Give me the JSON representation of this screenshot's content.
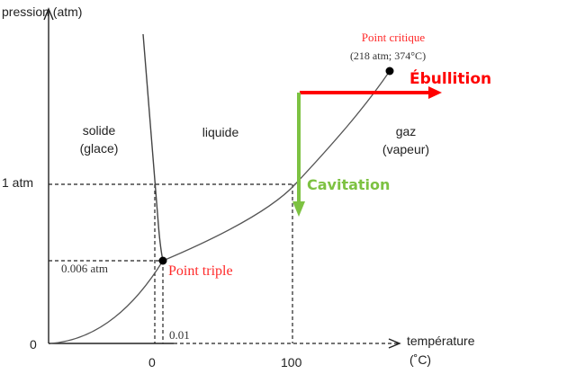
{
  "axes": {
    "y_label": "pression (atm)",
    "x_label_line1": "température",
    "x_label_line2": "(˚C)",
    "y_tick_1atm": "1 atm",
    "y_tick_0": "0",
    "x_tick_0": "0",
    "x_tick_100": "100",
    "x_tick_001": "0.01",
    "y_tick_0006": "0.006 atm"
  },
  "regions": {
    "solid_line1": "solide",
    "solid_line2": "(glace)",
    "liquid": "liquide",
    "gas_line1": "gaz",
    "gas_line2": "(vapeur)"
  },
  "points": {
    "triple": "Point triple",
    "critical": "Point critique",
    "critical_values": "(218 atm; 374°C)"
  },
  "arrows": {
    "boiling": "Ébullition",
    "cavitation": "Cavitation"
  },
  "colors": {
    "boiling": "#ff0000",
    "cavitation": "#7dc242",
    "point_label": "#ff2a2a"
  }
}
